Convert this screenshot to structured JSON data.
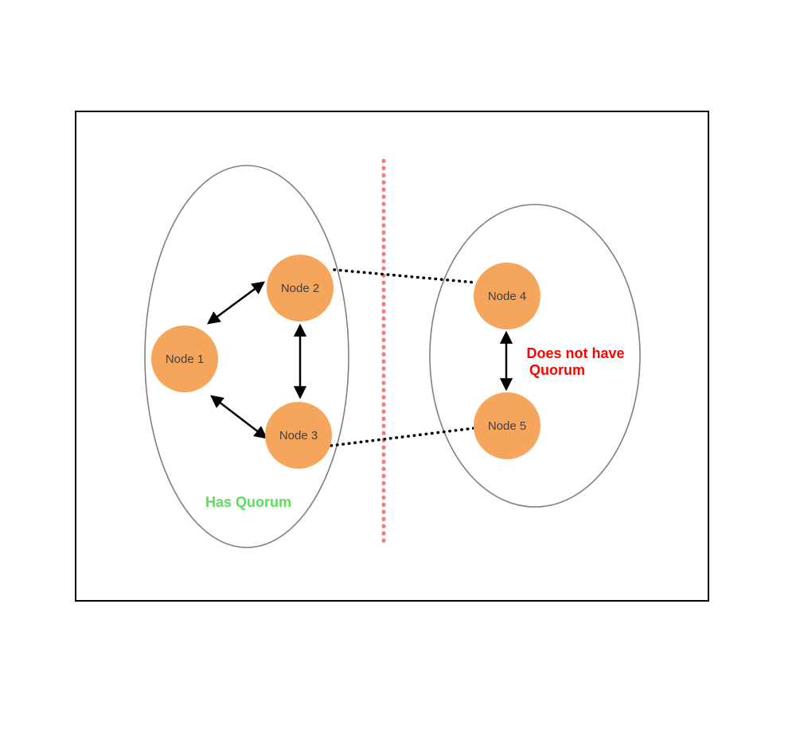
{
  "diagram": {
    "left_group": {
      "label": "Has Quorum",
      "label_color": "#5CDE5C"
    },
    "right_group": {
      "label_line1": "Does not have",
      "label_line2": "Quorum",
      "label_color": "#FF0000"
    },
    "nodes": [
      {
        "label": "Node 1"
      },
      {
        "label": "Node 2"
      },
      {
        "label": "Node 3"
      },
      {
        "label": "Node 4"
      },
      {
        "label": "Node 5"
      }
    ],
    "colors": {
      "node_fill": "#F6A55C",
      "node_label": "#404040",
      "ellipse_stroke": "#7F7F7F",
      "partition_line": "#F47C7C",
      "arrow": "#000000",
      "border": "#000000"
    }
  }
}
